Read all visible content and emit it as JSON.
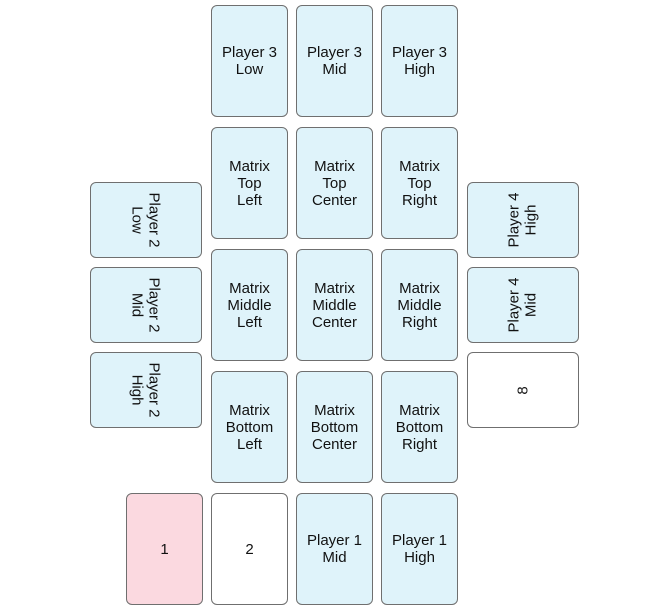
{
  "colors": {
    "card_blue": "#dff3fa",
    "card_white": "#ffffff",
    "card_pink": "#fbd9e0",
    "border": "#6f6f6f"
  },
  "player3": {
    "low": "Player 3\nLow",
    "mid": "Player 3\nMid",
    "high": "Player 3\nHigh"
  },
  "matrix": {
    "top_left": "Matrix\nTop\nLeft",
    "top_center": "Matrix\nTop\nCenter",
    "top_right": "Matrix\nTop\nRight",
    "middle_left": "Matrix\nMiddle\nLeft",
    "middle_center": "Matrix\nMiddle\nCenter",
    "middle_right": "Matrix\nMiddle\nRight",
    "bottom_left": "Matrix\nBottom\nLeft",
    "bottom_center": "Matrix\nBottom\nCenter",
    "bottom_right": "Matrix\nBottom\nRight"
  },
  "player2": {
    "low": "Player 2\nLow",
    "mid": "Player 2\nMid",
    "high": "Player 2\nHigh"
  },
  "player4": {
    "high": "Player 4\nHigh",
    "mid": "Player 4\nMid",
    "slot": "8"
  },
  "player1": {
    "slot_1": "1",
    "slot_2": "2",
    "mid": "Player 1\nMid",
    "high": "Player 1\nHigh"
  }
}
